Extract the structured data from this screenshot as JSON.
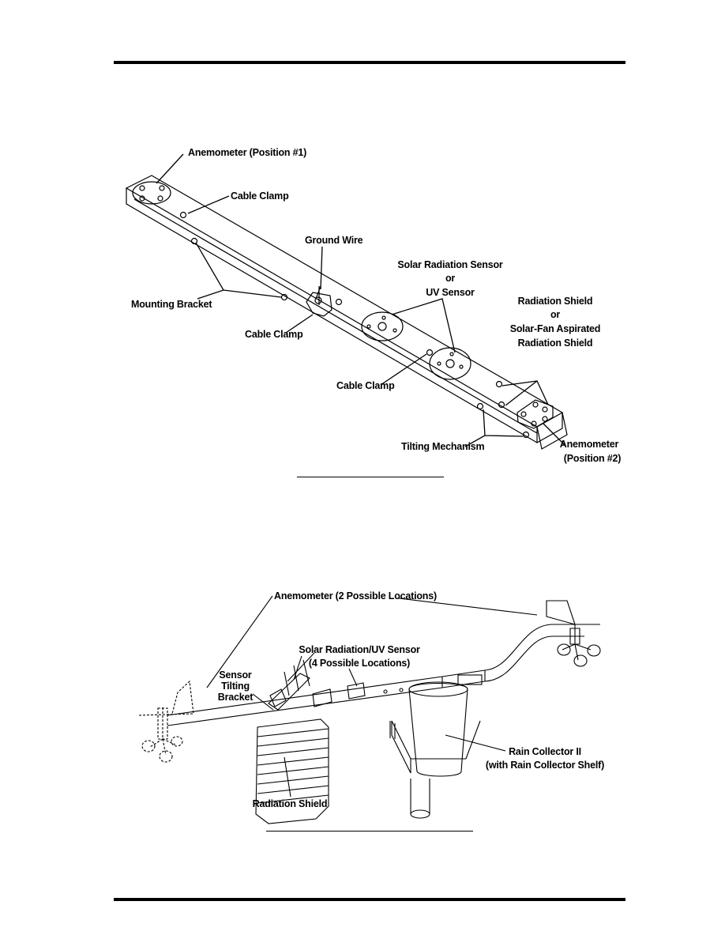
{
  "figure1": {
    "labels": {
      "anemometer_pos1": "Anemometer (Position #1)",
      "cable_clamp_top": "Cable Clamp",
      "ground_wire": "Ground Wire",
      "solar_line1": "Solar Radiation Sensor",
      "solar_line2": "or",
      "solar_line3": "UV Sensor",
      "shield_line1": "Radiation Shield",
      "shield_line2": "or",
      "shield_line3": "Solar-Fan Aspirated",
      "shield_line4": "Radiation Shield",
      "mounting_bracket": "Mounting Bracket",
      "cable_clamp_mid": "Cable Clamp",
      "cable_clamp_low": "Cable Clamp",
      "tilting_mechanism": "Tilting Mechanism",
      "anemometer_pos2_line1": "Anemometer",
      "anemometer_pos2_line2": "(Position #2)"
    }
  },
  "figure2": {
    "labels": {
      "anemometer": "Anemometer (2 Possible Locations)",
      "solar_uv_line1": "Solar Radiation/UV Sensor",
      "solar_uv_line2": "(4 Possible Locations)",
      "sensor_tilting_line1": "Sensor",
      "sensor_tilting_line2": "Tilting",
      "sensor_tilting_line3": "Bracket",
      "rain_collector_line1": "Rain Collector II",
      "rain_collector_line2": "(with Rain Collector Shelf)",
      "radiation_shield": "Radiation Shield"
    }
  }
}
